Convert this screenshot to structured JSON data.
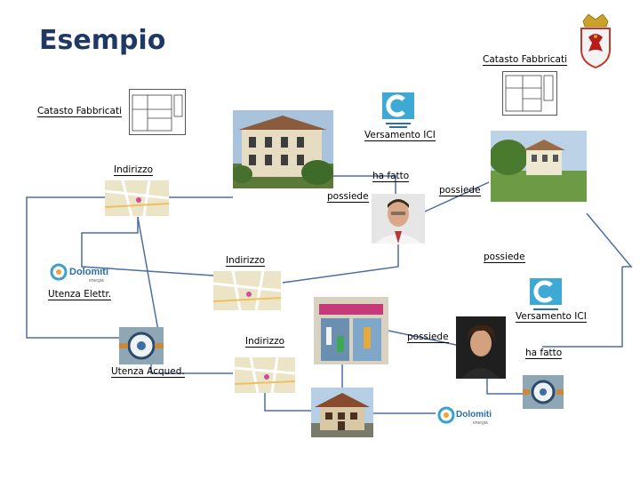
{
  "title": "Esempio",
  "labels": {
    "catasto_top_right": "Catasto Fabbricati",
    "catasto_left": "Catasto Fabbricati",
    "versamento_ici_top": "Versamento ICI",
    "indirizzo_1": "Indirizzo",
    "ha_fatto_1": "ha fatto",
    "possiede_1": "possiede",
    "possiede_2": "possiede",
    "possiede_3": "possiede",
    "indirizzo_2": "Indirizzo",
    "utenza_elettr": "Utenza Elettr.",
    "versamento_ici_right": "Versamento ICI",
    "indirizzo_3": "Indirizzo",
    "possiede_4": "possiede",
    "ha_fatto_2": "ha fatto",
    "utenza_acqued": "Utenza Acqued."
  },
  "logo_text": {
    "dolomiti": "Dolomiti",
    "energia": "energia"
  },
  "colors": {
    "title": "#1f3864",
    "connector": "#4a6fa5"
  }
}
